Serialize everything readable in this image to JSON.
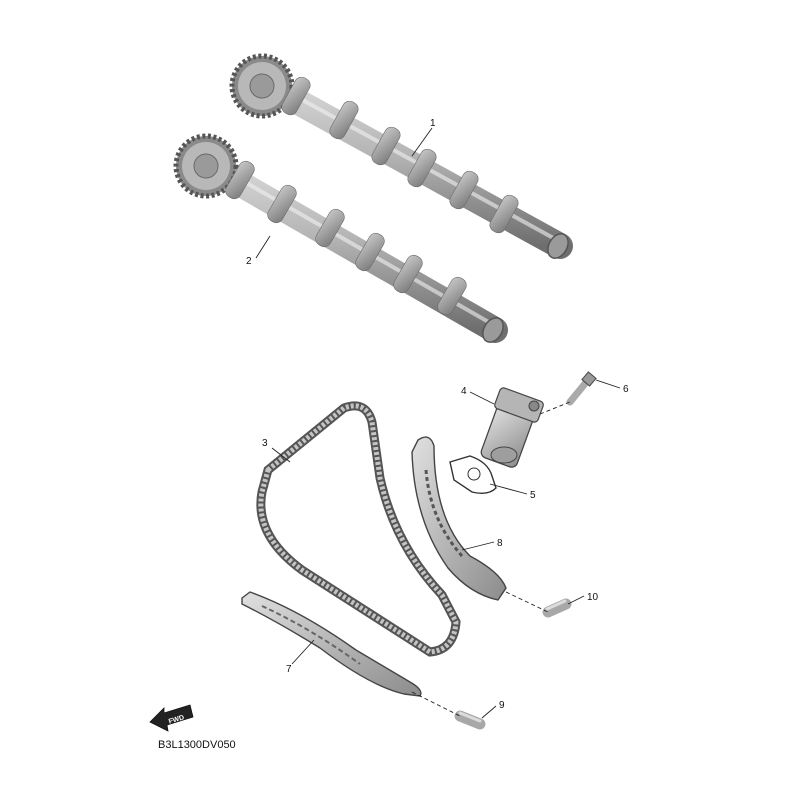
{
  "diagram": {
    "drawing_code": "B3L1300DV050",
    "fwd_label": "FWD",
    "parts": [
      {
        "num": "1",
        "name": "camshaft-1"
      },
      {
        "num": "2",
        "name": "camshaft-2"
      },
      {
        "num": "3",
        "name": "cam-chain"
      },
      {
        "num": "4",
        "name": "cam-chain-tensioner"
      },
      {
        "num": "5",
        "name": "tensioner-gasket"
      },
      {
        "num": "6",
        "name": "tensioner-bolt"
      },
      {
        "num": "7",
        "name": "chain-guide"
      },
      {
        "num": "8",
        "name": "tensioner-guide"
      },
      {
        "num": "9",
        "name": "guide-pin-9"
      },
      {
        "num": "10",
        "name": "guide-pin-10"
      }
    ]
  }
}
